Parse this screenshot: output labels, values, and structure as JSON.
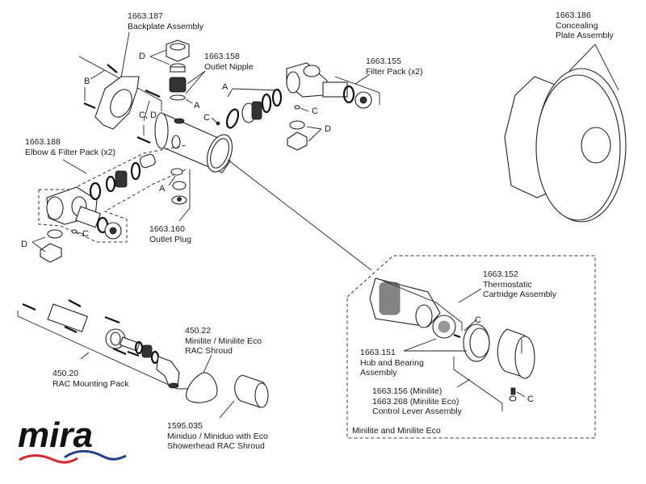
{
  "diagram": {
    "title": "Mira Minilite / Minilite Eco exploded parts diagram",
    "brand": "mira",
    "brand_colors": {
      "text": "#111111",
      "wave_red": "#d8262c",
      "wave_blue": "#1f3f8f"
    },
    "parts": [
      {
        "code": "1663.187",
        "name": "Backplate Assembly"
      },
      {
        "code": "1663.158",
        "name": "Outlet Nipple"
      },
      {
        "code": "1663.155",
        "name": "Filter Pack (x2)"
      },
      {
        "code": "1663.186",
        "name_lines": [
          "Concealing",
          "Plate Assembly"
        ]
      },
      {
        "code": "1663.188",
        "name": "Elbow & Filter Pack (x2)"
      },
      {
        "code": "1663.160",
        "name": "Outlet Plug"
      },
      {
        "code": "1663.152",
        "name_lines": [
          "Thermostatic",
          "Cartridge Assembly"
        ]
      },
      {
        "code": "1663.151",
        "name_lines": [
          "Hub and Bearing",
          "Assembly"
        ]
      },
      {
        "code_lines": [
          "1663.156 (Minilite)",
          "1663.268 (Minilite Eco)"
        ],
        "name": "Control Lever Assembly"
      },
      {
        "code": "450.22",
        "name_lines": [
          "Minilite / Minilite Eco",
          "RAC Shroud"
        ]
      },
      {
        "code": "450.20",
        "name": "RAC Mounting Pack"
      },
      {
        "code": "1595.035",
        "name_lines": [
          "Miniduo / Miniduo with Eco",
          "Showerhead RAC Shroud"
        ]
      }
    ],
    "callout_letters": {
      "A": "A",
      "B": "B",
      "C": "C",
      "D": "D",
      "CD": "C, D"
    },
    "box_label": "Minilite and Minilite Eco"
  }
}
